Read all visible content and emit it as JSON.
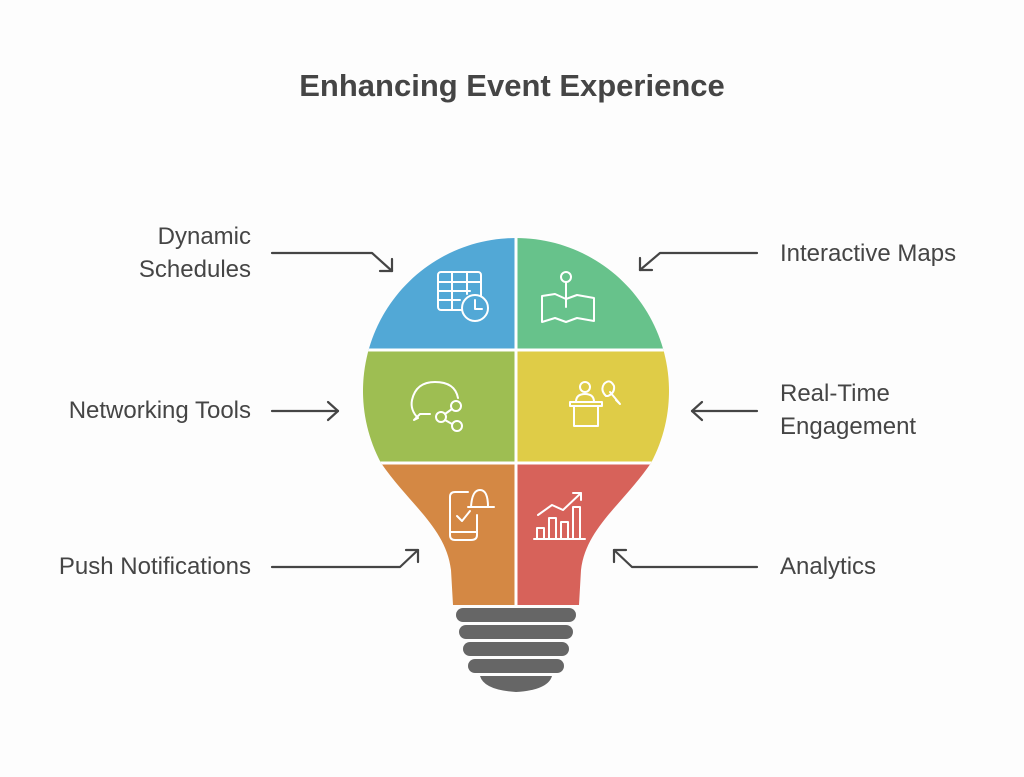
{
  "title": "Enhancing Event Experience",
  "items": [
    {
      "label_lines": [
        "Dynamic",
        "Schedules"
      ],
      "icon": "calendar-clock-icon",
      "color": "#52a8d6"
    },
    {
      "label_lines": [
        "Interactive Maps"
      ],
      "icon": "map-pin-icon",
      "color": "#67c28b"
    },
    {
      "label_lines": [
        "Networking Tools"
      ],
      "icon": "chat-share-icon",
      "color": "#9ebe52"
    },
    {
      "label_lines": [
        "Real-Time",
        "Engagement"
      ],
      "icon": "speaker-podium-icon",
      "color": "#dfcc47"
    },
    {
      "label_lines": [
        "Push Notifications"
      ],
      "icon": "phone-bell-icon",
      "color": "#d48844"
    },
    {
      "label_lines": [
        "Analytics"
      ],
      "icon": "bar-chart-trend-icon",
      "color": "#d7625a"
    }
  ],
  "base_color": "#666666"
}
